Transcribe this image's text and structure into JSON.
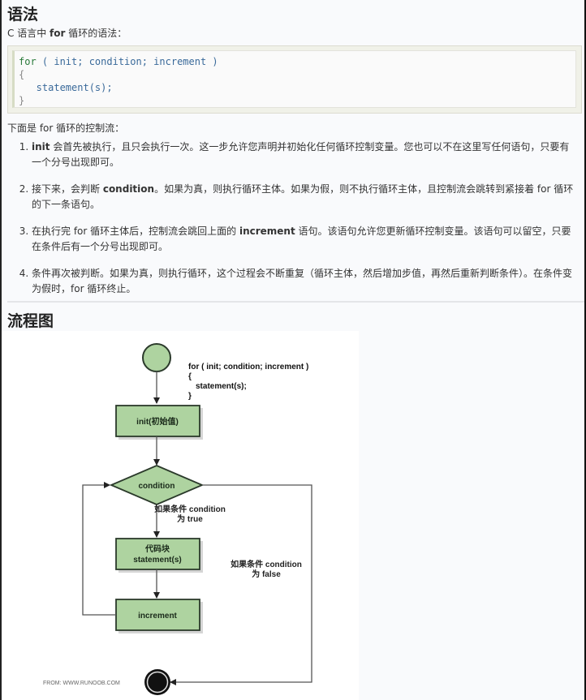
{
  "syntax_section": {
    "heading": "语法",
    "intro_prefix": "C 语言中 ",
    "intro_keyword": "for",
    "intro_suffix": " 循环的语法：",
    "code": {
      "line1_kw": "for",
      "line1_rest": " ( init; condition; increment )",
      "line2": "{",
      "line3": "   statement(s);",
      "line4": "}"
    }
  },
  "control_flow": {
    "intro": "下面是 for 循环的控制流：",
    "steps": [
      {
        "num": "1.",
        "bold": "init",
        "text": " 会首先被执行，且只会执行一次。这一步允许您声明并初始化任何循环控制变量。您也可以不在这里写任何语句，只要有一个分号出现即可。"
      },
      {
        "num": "2.",
        "prefix": "接下来，会判断 ",
        "bold": "condition",
        "text": "。如果为真，则执行循环主体。如果为假，则不执行循环主体，且控制流会跳转到紧接着 for 循环的下一条语句。"
      },
      {
        "num": "3.",
        "prefix": "在执行完 for 循环主体后，控制流会跳回上面的 ",
        "bold": "increment",
        "text": " 语句。该语句允许您更新循环控制变量。该语句可以留空，只要在条件后有一个分号出现即可。"
      },
      {
        "num": "4.",
        "prefix": "",
        "bold": "",
        "text": "条件再次被判断。如果为真，则执行循环，这个过程会不断重复（循环主体，然后增加步值，再然后重新判断条件）。在条件变为假时，for 循环终止。"
      }
    ]
  },
  "flowchart_section": {
    "heading": "流程图",
    "diagram": {
      "code_line1": "for ( init; condition; increment )",
      "code_line2": "{",
      "code_line3": "statement(s);",
      "code_line4": "}",
      "init_box": "init(初始值)",
      "condition_diamond": "condition",
      "true_label_line1": "如果条件 condition",
      "true_label_line2": "为 true",
      "body_box_line1": "代码块",
      "body_box_line2": "statement(s)",
      "false_label_line1": "如果条件 condition",
      "false_label_line2": "为 false",
      "increment_box": "increment",
      "source_credit": "FROM: WWW.RUNOOB.COM",
      "colors": {
        "node_fill": "#aed3a0",
        "node_stroke": "#2b3a2b",
        "line": "#666666"
      }
    }
  }
}
